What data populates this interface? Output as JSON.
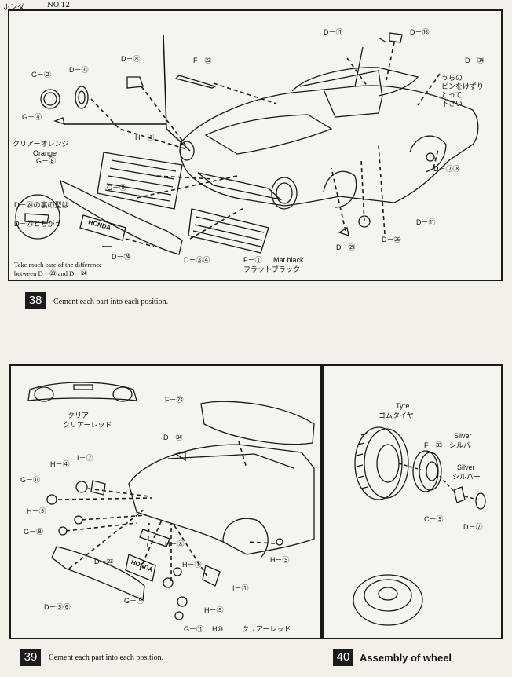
{
  "header": {
    "maker": "ホンダ",
    "model_no": "NO.12"
  },
  "step38": {
    "number": "38",
    "text": "Cement each part into each position.",
    "labels": {
      "d11_top": "D－⑪",
      "d16": "D－⑯",
      "g2": "G－②",
      "d31": "D－㉛",
      "d8": "D－⑧",
      "f22": "F－㉒",
      "d34": "D－㉞",
      "jp_note": "うらの\nピンをけずり\nとって\n下さい",
      "g4": "G－④",
      "h1": "H－①",
      "clear_orange_jp": "クリアーオレンジ",
      "clear_orange_en": "Orange",
      "g8": "G－⑧",
      "d17": "D－⑰⑱",
      "g9": "G－⑨",
      "d24_back": "D－㉔の裏の型は",
      "d23_diff": "D－㉓とちがう",
      "d11_bottom": "D－⑪",
      "d24": "D－㉔",
      "d29": "D－㉙",
      "d26": "D－㉖",
      "d34b": "D－③④",
      "f1": "F－①",
      "mat_black": "Mat black",
      "flat_black": "フラットブラック",
      "honda": "HONDA"
    },
    "care_note": "Take much care of the difference\nbetween D－㉓ and D－㉔"
  },
  "step39": {
    "number": "39",
    "text": "Cement each part into each position.",
    "labels": {
      "f23": "F－㉓",
      "clear": "クリアー",
      "clear_red": "クリアーレッド",
      "d34": "D－㉞",
      "h4": "H－④",
      "i2": "I－②",
      "g11": "G－⑪",
      "h5": "H－⑤",
      "g8": "G－⑧",
      "h8": "H－⑧",
      "d23": "D－㉓",
      "h1": "H－①",
      "g9": "G－⑨",
      "i1": "I－①",
      "d56": "D－⑤⑥",
      "h5b": "H－⑤",
      "h5c": "H－⑤",
      "g11b": "G－⑪",
      "h10": "H⑩",
      "clear_red_b": "……クリアーレッド",
      "honda": "HONDA"
    }
  },
  "step40": {
    "number": "40",
    "text": "Assembly of wheel",
    "labels": {
      "tyre_en": "Tyre",
      "tyre_jp": "ゴムタイヤ",
      "silver1_en": "Silver",
      "f33": "F－㉝",
      "silver1_jp": "シルバー",
      "silver2_en": "Silver",
      "silver2_jp": "シルバー",
      "c5": "C－⑤",
      "d7": "D－⑦"
    }
  }
}
